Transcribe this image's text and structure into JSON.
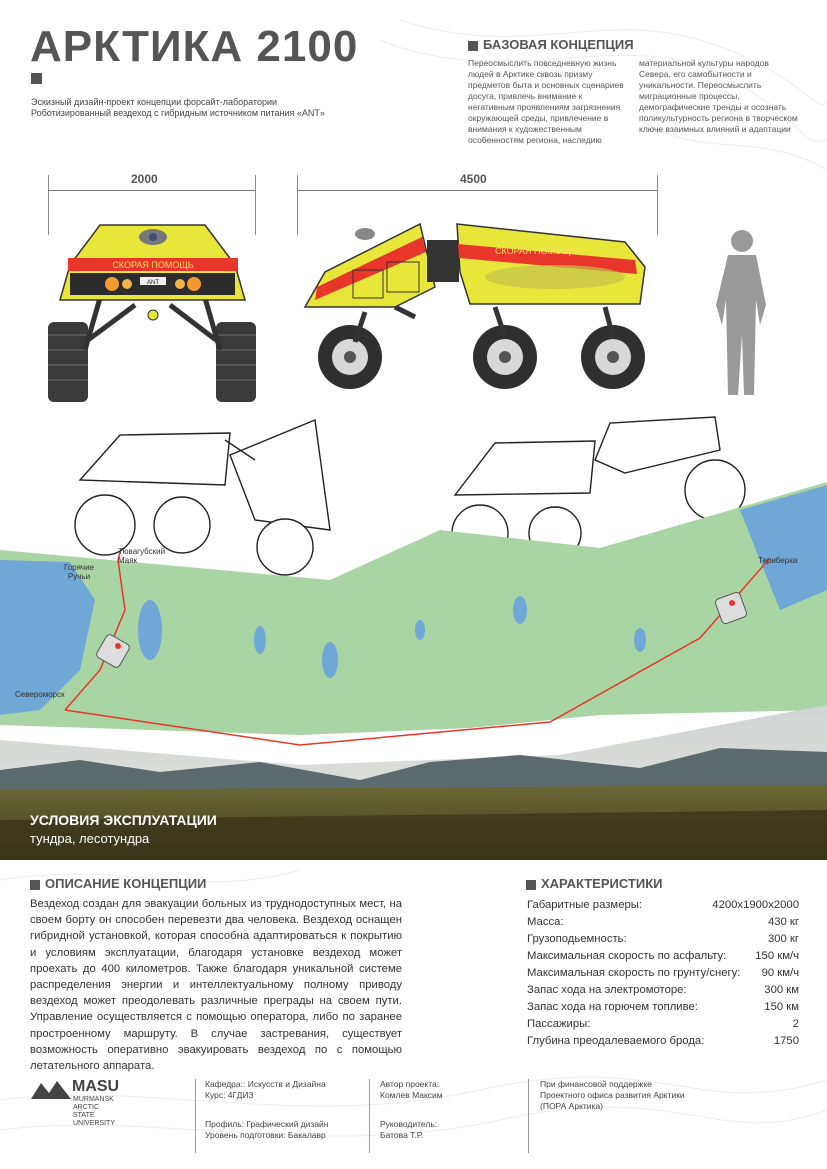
{
  "header": {
    "title": "АРКТИКА 2100",
    "subtitle_line1": "Эскизный дизайн-проект    концепции форсайт-лаборатории",
    "subtitle_line2": "Роботизированный вездеход с гибридным источником питания «ANT»"
  },
  "base_concept": {
    "heading": "БАЗОВАЯ КОНЦЕПЦИЯ",
    "col1": "Переосмыслить повседневную жизнь людей в Арктике сквозь призму предметов быта и основных сценариев досуга, привлечь внимание к негативным проявлениям загрязнения окружающей среды, привлечение в внимания к художественным особенностям региона, наследию",
    "col2": "материальной культуры народов Севера, его самобытности и уникальности. Переосмыслить миграционные процессы, демографические тренды и осознать поликультурность региона в творческом ключе взаимных влияний и адаптации"
  },
  "dimensions": {
    "width": "2000",
    "length": "4500"
  },
  "vehicle": {
    "label": "СКОРАЯ ПОМОЩЬ",
    "plate": "ANT"
  },
  "map": {
    "places": [
      "Горячие Ручьи",
      "Тювагубский Маяк",
      "Североморск",
      "Териберка"
    ]
  },
  "conditions": {
    "title": "УСЛОВИЯ ЭКСПЛУАТАЦИИ",
    "subtitle": "тундра, лесотундра"
  },
  "description": {
    "heading": "ОПИСАНИЕ КОНЦЕПЦИИ",
    "text": "Вездеход создан для эвакуации больных из труднодоступных мест, на своем борту он способен перевезти два человека. Вездеход оснащен гибридной установкой, которая способна адаптироваться к покрытию и условиям эксплуатации, благодаря установке вездеход может проехать до 400 километров. Также благодаря уникальной системе распределения энергии и интеллектуальному полному приводу вездеход может преодолевать различные преграды на своем пути. Управление осуществляется с помощью оператора, либо по заранее простроенному маршруту. В случае застревания, существует возможность оперативно эвакуировать вездеход по с помощью летательного аппарата."
  },
  "specs": {
    "heading": "ХАРАКТЕРИСТИКИ",
    "rows": [
      {
        "k": "Габаритные размеры:",
        "v": "4200x1900x2000"
      },
      {
        "k": "Масса:",
        "v": "430 кг"
      },
      {
        "k": "Грузоподьемность:",
        "v": "300 кг"
      },
      {
        "k": "Максимальная скорость по асфальту:",
        "v": "150 км/ч"
      },
      {
        "k": "Максимальная скорость по грунту/снегу:",
        "v": "90 км/ч"
      },
      {
        "k": "Запас хода на электромоторе:",
        "v": "300 км"
      },
      {
        "k": "Запас хода на горючем топливе:",
        "v": "150 км"
      },
      {
        "k": "Пассажиры:",
        "v": "2"
      },
      {
        "k": "Глубина преодалеваемого брода:",
        "v": "1750"
      }
    ]
  },
  "footer": {
    "logo": "MASU",
    "logo_sub1": "MURMANSK",
    "logo_sub2": "ARCTIC",
    "logo_sub3": "STATE",
    "logo_sub4": "UNIVERSITY",
    "dept": "Кафедра::  Искусств и Дизайна",
    "course": "Курс: 4ГДИЗ",
    "profile": "Профиль:      Графический дизайн",
    "level": "Уровень подготовки: Бакалавр",
    "author_label": "Автор проекта:",
    "author": "Комлев Максим",
    "supervisor_label": "Руководитель:",
    "supervisor": "Батова Т.Р.",
    "support1": "При финансовой поддержке",
    "support2": "Проектного офиса развития Арктики",
    "support3": "(ПОРА Арктика)"
  },
  "colors": {
    "accent_yellow": "#e9e63a",
    "accent_red": "#e8362b",
    "map_green": "#9ccf9a",
    "map_water": "#6fa7d6",
    "route": "#e8362b"
  }
}
